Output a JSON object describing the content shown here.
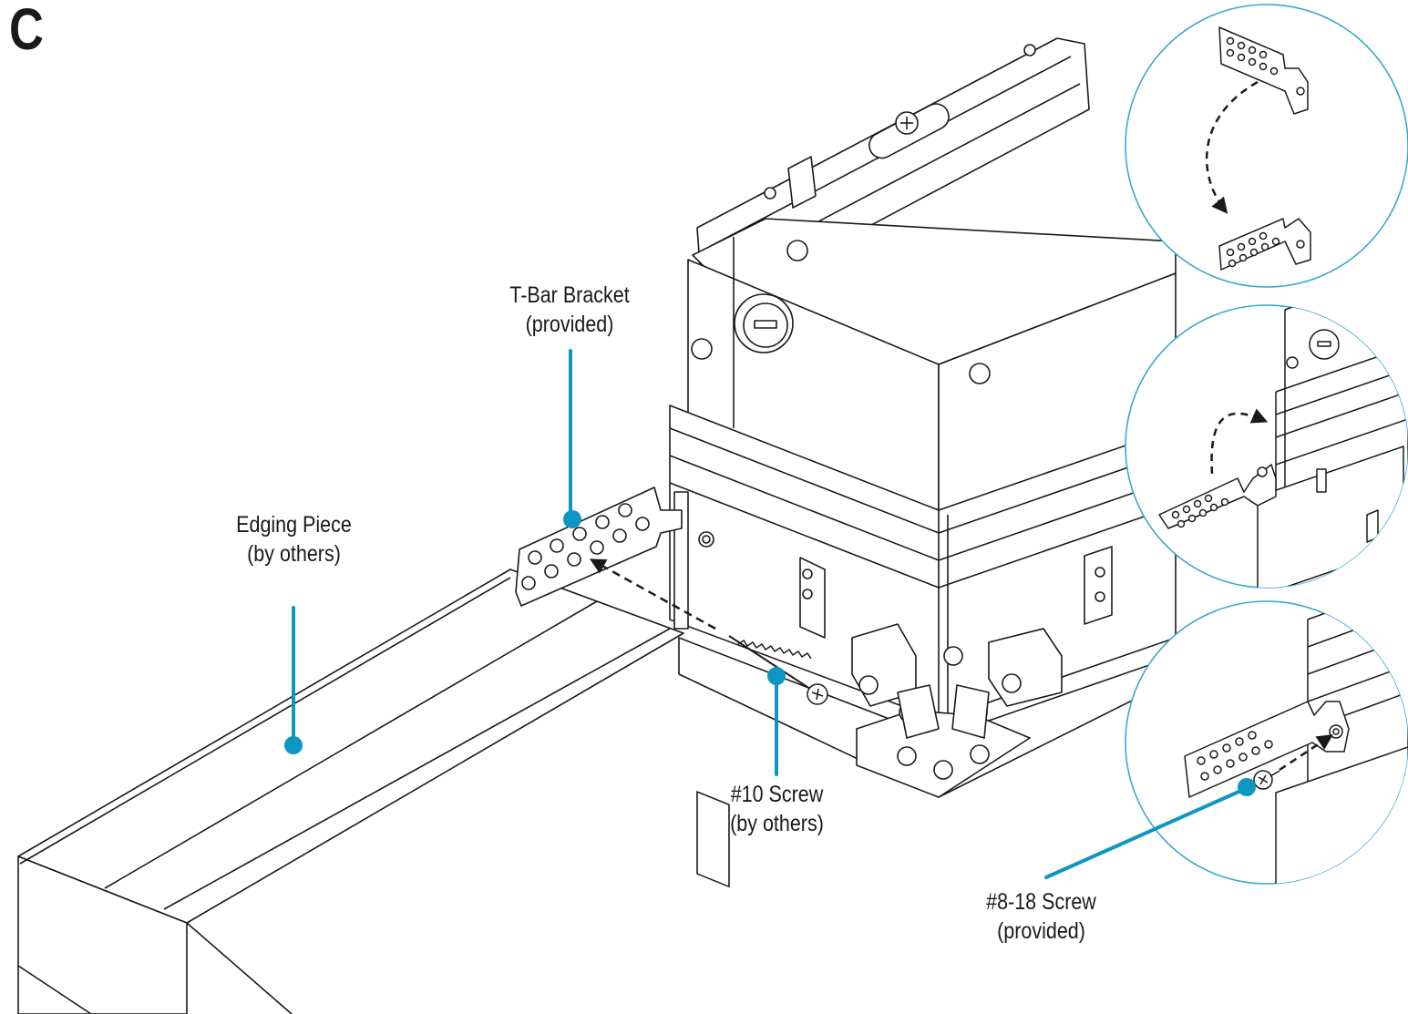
{
  "step_letter": "C",
  "colors": {
    "callout": "#0e96c3",
    "line": "#1a1a1a",
    "detail_circle": "#3aa9c9"
  },
  "labels": {
    "tbar": {
      "line1": "T-Bar Bracket",
      "line2": "(provided)"
    },
    "edging": {
      "line1": "Edging Piece",
      "line2": "(by others)"
    },
    "screw10": {
      "line1": "#10 Screw",
      "line2": "(by others)"
    },
    "screw818": {
      "line1": "#8-18 Screw",
      "line2": "(provided)"
    }
  },
  "icons": [
    "callout-dot",
    "dashed-arrow",
    "phillips-screw",
    "bracket-holes"
  ]
}
